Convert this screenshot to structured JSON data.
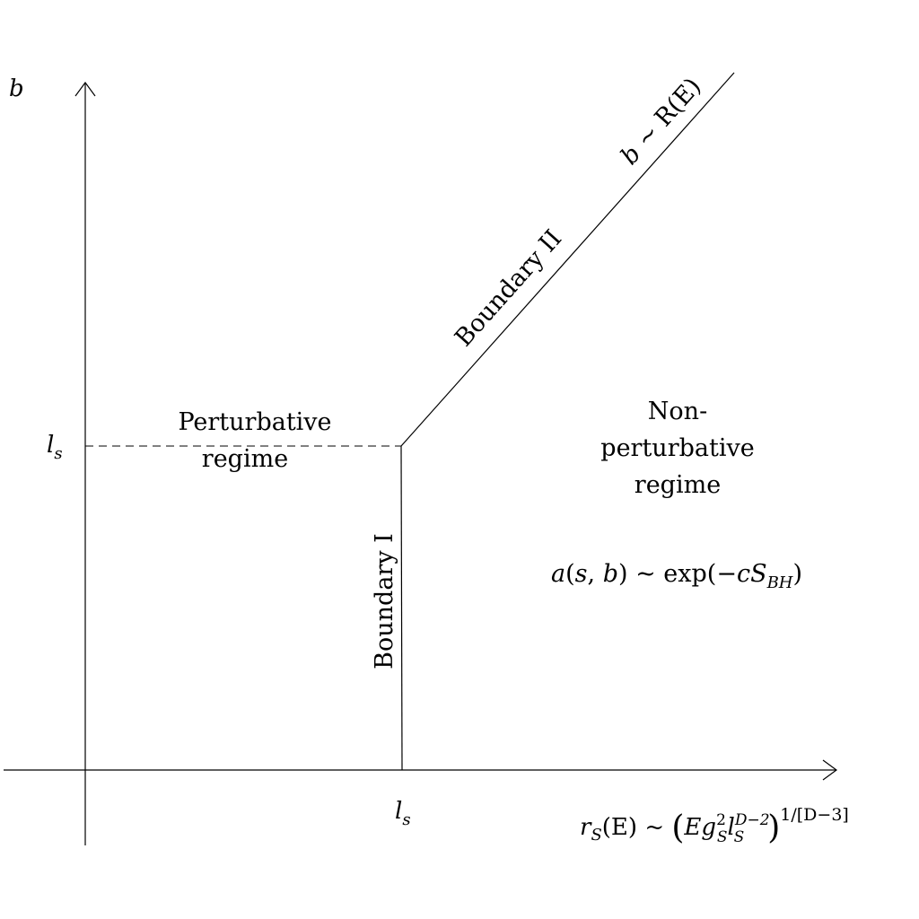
{
  "diagram": {
    "colors": {
      "line": "#000000",
      "background": "#ffffff"
    },
    "y_axis_label": "b",
    "y_tick_label": "l",
    "y_tick_sub": "s",
    "x_tick_label": "l",
    "x_tick_sub": "s",
    "x_axis_label": {
      "lhs_r": "r",
      "lhs_sub": "S",
      "lhs_arg": "(E) ~ ",
      "lparen": "(",
      "E": "E",
      "g": "g",
      "g_sup": "2",
      "g_sub": "S",
      "l": "l",
      "l_sup": "D−2",
      "l_sub": "S",
      "rparen": ")",
      "exponent": "1/[D−3]"
    },
    "boundary_1_label": "Boundary I",
    "boundary_2_label": "Boundary II",
    "boundary_2_relation": {
      "b": "b",
      "rest": " ~ R(E)"
    },
    "perturbative_label": {
      "line1": "Perturbative",
      "line2": "regime"
    },
    "nonperturbative_label": {
      "line1": "Non-",
      "line2": "perturbative",
      "line3": "regime"
    },
    "amplitude_formula": {
      "a": "a",
      "open": "(",
      "s": "s",
      "comma": ", ",
      "b": "b",
      "close_sim": ") ~ exp(−",
      "c": "c",
      "S": "S",
      "S_sub": "BH",
      "end": ")"
    }
  }
}
